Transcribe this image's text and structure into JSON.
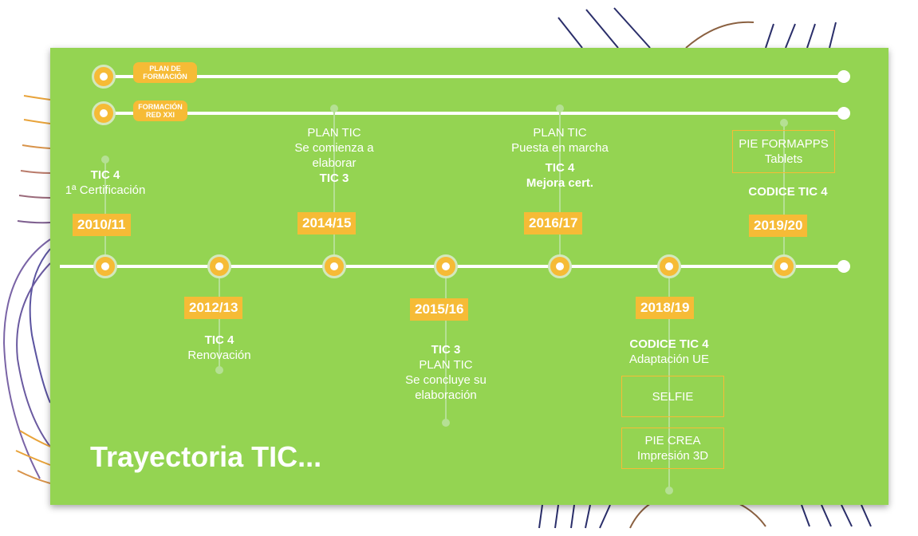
{
  "title": "Trayectoria TIC...",
  "tracks": [
    {
      "label": "PLAN DE FORMACIÓN"
    },
    {
      "label": "FORMACIÓN RED XXI"
    }
  ],
  "milestones": [
    {
      "year": "2010/11",
      "heading": "TIC 4",
      "text": [
        "1ª Certificación"
      ]
    },
    {
      "year": "2012/13",
      "heading": "TIC 4",
      "text": [
        "Renovación"
      ]
    },
    {
      "year": "2014/15",
      "heading": "TIC 3",
      "text_before": [
        "PLAN TIC",
        "Se comienza a",
        "elaborar"
      ]
    },
    {
      "year": "2015/16",
      "heading": "TIC 3",
      "text": [
        "PLAN TIC",
        "Se concluye su",
        "elaboración"
      ]
    },
    {
      "year": "2016/17",
      "heading": "TIC 4",
      "heading2": "Mejora cert.",
      "text_before": [
        "PLAN TIC",
        "Puesta en marcha"
      ]
    },
    {
      "year": "2018/19",
      "heading": "CODICE TIC 4",
      "text": [
        "Adaptación UE"
      ],
      "boxes": [
        [
          "SELFIE"
        ],
        [
          "PIE CREA",
          "Impresión 3D"
        ]
      ]
    },
    {
      "year": "2019/20",
      "heading": "CODICE TIC 4",
      "boxes": [
        [
          "PIE FORMAPPS",
          "Tablets"
        ]
      ]
    }
  ],
  "colors": {
    "background": "#94d452",
    "accent": "#f6bb36",
    "line": "#ffffff"
  }
}
